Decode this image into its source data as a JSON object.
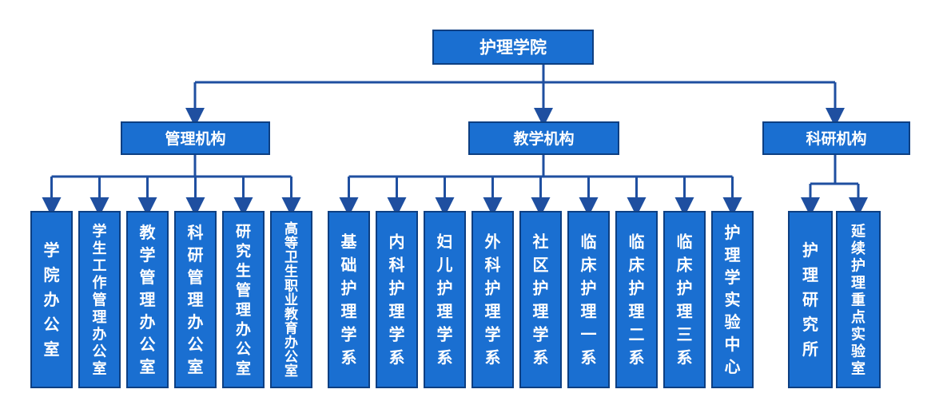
{
  "root": {
    "label": "护理学院"
  },
  "groups": [
    {
      "label": "管理机构",
      "children": [
        "学院办公室",
        "学生工作管理办公室",
        "教学管理办公室",
        "科研管理办公室",
        "研究生管理办公室",
        "高等卫生职业教育办公室"
      ]
    },
    {
      "label": "教学机构",
      "children": [
        "基础护理学系",
        "内科护理学系",
        "妇儿护理学系",
        "外科护理学系",
        "社区护理学系",
        "临床护理一系",
        "临床护理二系",
        "临床护理三系",
        "护理学实验中心"
      ]
    },
    {
      "label": "科研机构",
      "children": [
        "护理研究所",
        "延续护理重点实验室"
      ]
    }
  ],
  "colors": {
    "box_fill": "#1a6fd1",
    "box_border": "#0d3f82",
    "connector": "#1f4fa0",
    "text": "#ffffff"
  }
}
